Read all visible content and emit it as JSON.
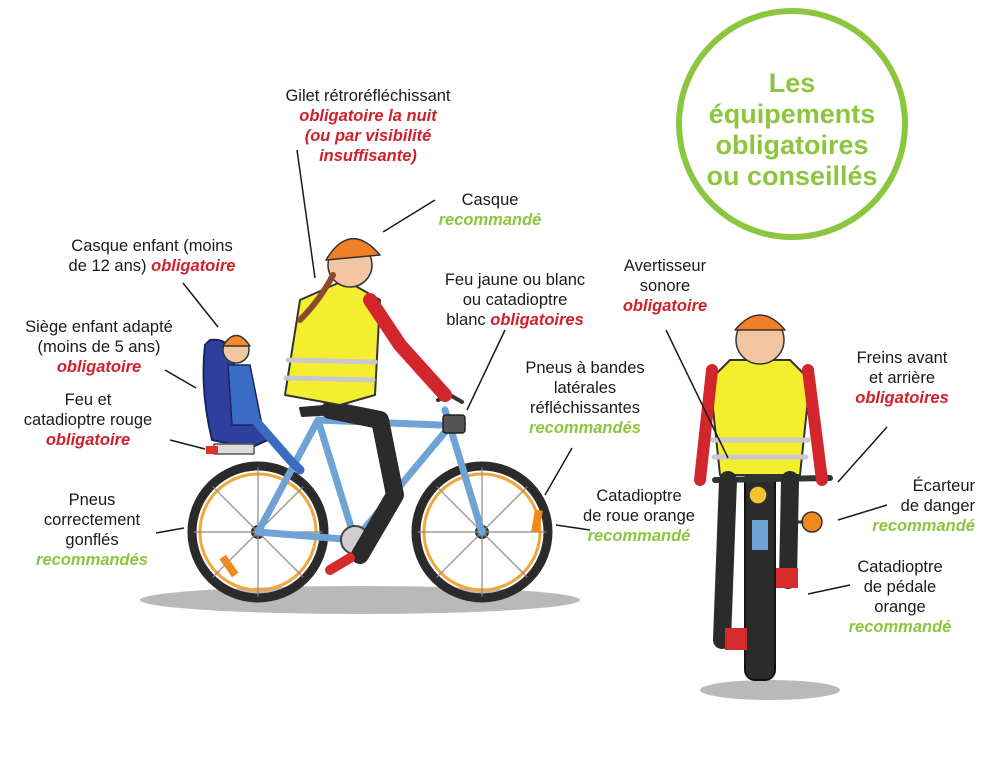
{
  "title": {
    "lines": [
      "Les",
      "équipements",
      "obligatoires",
      "ou conseillés"
    ]
  },
  "colors": {
    "required": "#d0202a",
    "recommended": "#8cc63f",
    "title_ring": "#8cc63f"
  },
  "labels": {
    "gilet": {
      "l1": "Gilet rétroréfléchissant",
      "l2": "obligatoire la nuit",
      "l3": "(ou par visibilité",
      "l4": "insuffisante)"
    },
    "casque": {
      "l1": "Casque",
      "l2": "recommandé"
    },
    "casque_enfant": {
      "l1": "Casque enfant (moins",
      "l2": "de 12 ans)",
      "l3": "obligatoire"
    },
    "siege": {
      "l1": "Siège enfant adapté",
      "l2": "(moins de 5 ans)",
      "l3": "obligatoire"
    },
    "feu_rouge": {
      "l1": "Feu et",
      "l2": "catadioptre rouge",
      "l3": "obligatoire"
    },
    "pneus_gonfles": {
      "l1": "Pneus",
      "l2": "correctement",
      "l3": "gonflés",
      "l4": "recommandés"
    },
    "feu_jaune": {
      "l1": "Feu jaune ou blanc",
      "l2": "ou catadioptre",
      "l3": "blanc",
      "l4": "obligatoires"
    },
    "pneus_bandes": {
      "l1": "Pneus à bandes",
      "l2": "latérales",
      "l3": "réfléchissantes",
      "l4": "recommandés"
    },
    "catadioptre_roue": {
      "l1": "Catadioptre",
      "l2": "de roue orange",
      "l3": "recommandé"
    },
    "avertisseur": {
      "l1": "Avertisseur",
      "l2": "sonore",
      "l3": "obligatoire"
    },
    "freins": {
      "l1": "Freins avant",
      "l2": "et arrière",
      "l3": "obligatoires"
    },
    "ecarteur": {
      "l1": "Écarteur",
      "l2": "de danger",
      "l3": "recommandé"
    },
    "catadioptre_pedale": {
      "l1": "Catadioptre",
      "l2": "de pédale",
      "l3": "orange",
      "l4": "recommandé"
    }
  }
}
